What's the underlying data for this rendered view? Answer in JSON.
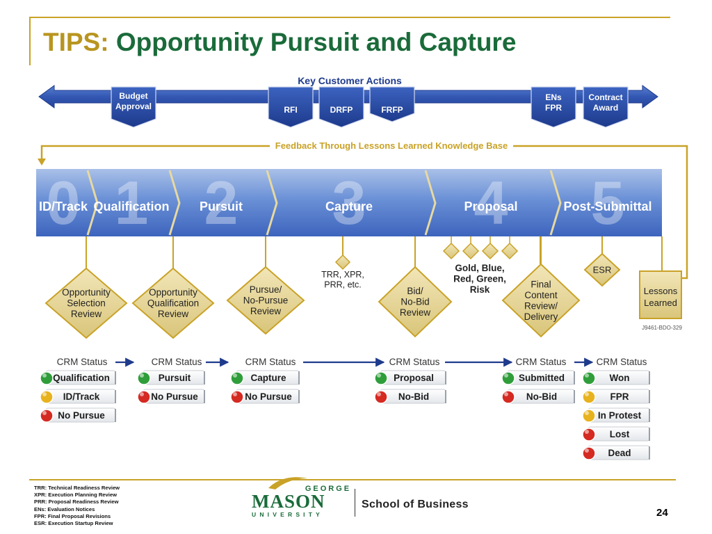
{
  "title": {
    "prefix": "TIPS:",
    "main": "Opportunity Pursuit and Capture"
  },
  "customer_actions": {
    "label": "Key Customer Actions",
    "items": [
      {
        "id": "budget",
        "lines": [
          "Budget",
          "Approval"
        ]
      },
      {
        "id": "rfi",
        "lines": [
          "RFI"
        ]
      },
      {
        "id": "drfp",
        "lines": [
          "DRFP"
        ]
      },
      {
        "id": "frfp",
        "lines": [
          "FRFP"
        ]
      },
      {
        "id": "ens",
        "lines": [
          "ENs",
          "FPR"
        ]
      },
      {
        "id": "contract",
        "lines": [
          "Contract",
          "Award"
        ]
      }
    ]
  },
  "feedback_label": "Feedback Through Lessons Learned Knowledge Base",
  "phases": [
    {
      "num": "0",
      "label": "ID/Track"
    },
    {
      "num": "1",
      "label": "Qualification"
    },
    {
      "num": "2",
      "label": "Pursuit"
    },
    {
      "num": "3",
      "label": "Capture"
    },
    {
      "num": "4",
      "label": "Proposal"
    },
    {
      "num": "5",
      "label": "Post-Submittal"
    }
  ],
  "reviews": [
    {
      "id": "osr",
      "lines": [
        "Opportunity",
        "Selection",
        "Review"
      ]
    },
    {
      "id": "oqr",
      "lines": [
        "Opportunity",
        "Qualification",
        "Review"
      ]
    },
    {
      "id": "pnp",
      "lines": [
        "Pursue/",
        "No-Pursue",
        "Review"
      ]
    },
    {
      "id": "trr",
      "lines": [
        "TRR, XPR,",
        "PRR, etc."
      ]
    },
    {
      "id": "bnb",
      "lines": [
        "Bid/",
        "No-Bid",
        "Review"
      ]
    },
    {
      "id": "gold",
      "lines": [
        "Gold, Blue,",
        "Red, Green,",
        "Risk"
      ]
    },
    {
      "id": "final",
      "lines": [
        "Final",
        "Content",
        "Review/",
        "Delivery"
      ]
    },
    {
      "id": "esr",
      "lines": [
        "ESR"
      ]
    }
  ],
  "lessons_learned": [
    "Lessons",
    "Learned"
  ],
  "figure_code": "J9461-BDO-329",
  "crm_label": "CRM Status",
  "crm_columns": [
    {
      "id": "c1",
      "statuses": [
        {
          "label": "Qualification",
          "color": "#2f9e3a"
        },
        {
          "label": "ID/Track",
          "color": "#e8b21e"
        },
        {
          "label": "No Pursue",
          "color": "#d42a22"
        }
      ]
    },
    {
      "id": "c2",
      "statuses": [
        {
          "label": "Pursuit",
          "color": "#2f9e3a"
        },
        {
          "label": "No Pursue",
          "color": "#d42a22"
        }
      ]
    },
    {
      "id": "c3",
      "statuses": [
        {
          "label": "Capture",
          "color": "#2f9e3a"
        },
        {
          "label": "No Pursue",
          "color": "#d42a22"
        }
      ]
    },
    {
      "id": "c4",
      "statuses": [
        {
          "label": "Proposal",
          "color": "#2f9e3a"
        },
        {
          "label": "No-Bid",
          "color": "#d42a22"
        }
      ]
    },
    {
      "id": "c5",
      "statuses": [
        {
          "label": "Submitted",
          "color": "#2f9e3a"
        },
        {
          "label": "No-Bid",
          "color": "#d42a22"
        }
      ]
    },
    {
      "id": "c6",
      "statuses": [
        {
          "label": "Won",
          "color": "#2f9e3a"
        },
        {
          "label": "FPR",
          "color": "#e8b21e"
        },
        {
          "label": "In Protest",
          "color": "#e8b21e"
        },
        {
          "label": "Lost",
          "color": "#d42a22"
        },
        {
          "label": "Dead",
          "color": "#d42a22"
        }
      ]
    }
  ],
  "glossary": [
    "TRR: Technical Readiness Review",
    "XPR: Execution Planning Review",
    "PRR: Proposal Readiness Review",
    "ENs: Evaluation Notices",
    "FPR: Final Proposal Revisions",
    "ESR: Execution Startup Review"
  ],
  "logo": {
    "top": "GEORGE",
    "main": "MASON",
    "bottom": "UNIVERSITY"
  },
  "school": "School of Business",
  "page_number": "24",
  "colors": {
    "gold": "#c9a227",
    "green": "#1a6b3a",
    "navy": "#1e3a8c",
    "blue": "#3f6bc4"
  }
}
